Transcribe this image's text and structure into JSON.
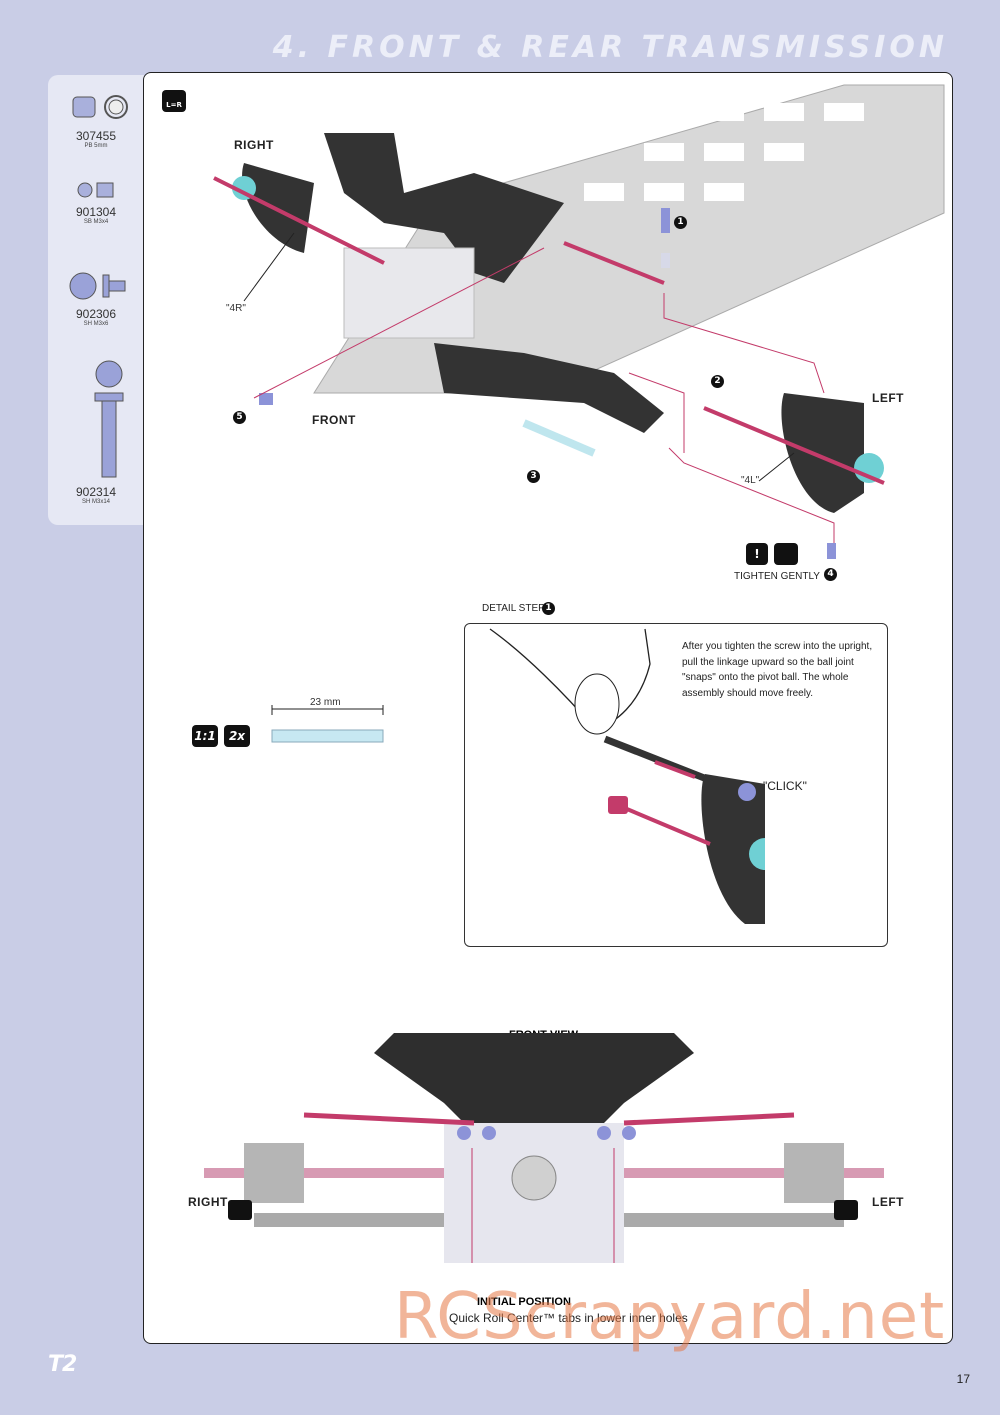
{
  "page_title": "4. FRONT & REAR TRANSMISSION",
  "parts": [
    {
      "code": "307455",
      "desc": "PB 5mm"
    },
    {
      "code": "901304",
      "desc": "SB M3x4"
    },
    {
      "code": "902306",
      "desc": "SH M3x6"
    },
    {
      "code": "902314",
      "desc": "SH M3x14"
    }
  ],
  "lr_icon": "L=R",
  "labels": {
    "right": "RIGHT",
    "left": "LEFT",
    "front": "FRONT",
    "right_upright": "\"4R\"",
    "left_upright": "\"4L\""
  },
  "steps": [
    "1",
    "2",
    "3",
    "4",
    "5"
  ],
  "tighten": "TIGHTEN GENTLY",
  "detail": {
    "header": "DETAIL STEP",
    "step": "1",
    "text": "After you tighten the screw into the upright, pull the linkage upward so the ball joint \"snaps\" onto the pivot ball. The whole assembly should move freely.",
    "click": "\"CLICK\""
  },
  "scale": {
    "ratio": "1:1",
    "count": "2x",
    "length": "23 mm"
  },
  "front_view": {
    "title": "FRONT VIEW",
    "right": "RIGHT",
    "left": "LEFT",
    "initial": "INITIAL POSITION",
    "quick": "Quick Roll Center™ tabs in lower inner holes"
  },
  "watermark": "RCScrapyard.net",
  "logo": "T2",
  "page_number": "17"
}
